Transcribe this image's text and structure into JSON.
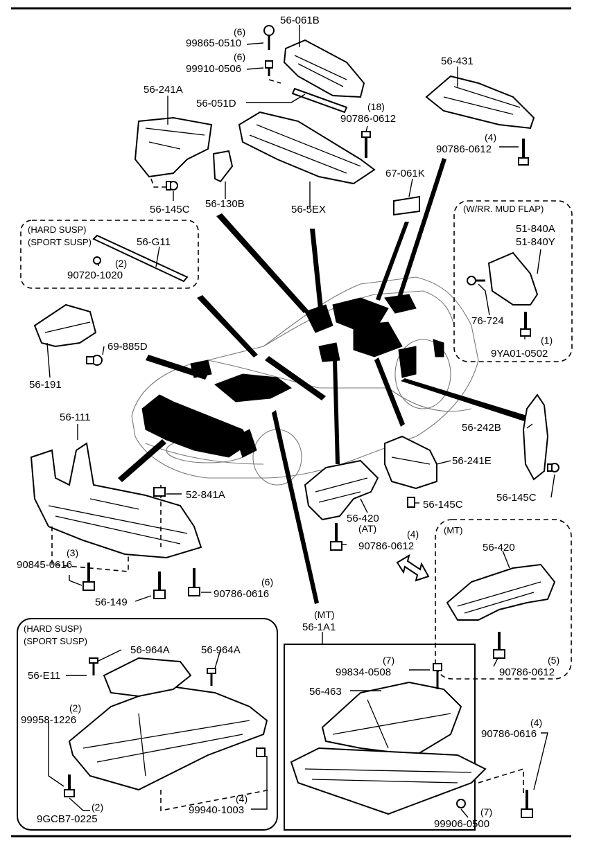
{
  "labels": {
    "p56_061B": "56-061B",
    "p99865_0510": "99865-0510",
    "q99865": "(6)",
    "p99910_0506": "99910-0506",
    "q99910": "(6)",
    "p56_431": "56-431",
    "p56_241A": "56-241A",
    "p56_051D": "56-051D",
    "p90786_0612_a": "90786-0612",
    "q90786_a": "(18)",
    "p90786_0612_b": "90786-0612",
    "q90786_b": "(4)",
    "p67_061K": "67-061K",
    "p56_145C_a": "56-145C",
    "p56_130B": "56-130B",
    "p56_5EX": "56-5EX",
    "p56_G11": "56-G11",
    "p90720_1020": "90720-1020",
    "q90720": "(2)",
    "p51_840A": "51-840A",
    "p51_840Y": "51-840Y",
    "p76_724": "76-724",
    "p9YA01_0502": "9YA01-0502",
    "q9YA01": "(1)",
    "p69_885D": "69-885D",
    "p56_191": "56-191",
    "p56_111": "56-111",
    "p56_242B": "56-242B",
    "p56_241E": "56-241E",
    "p52_841A": "52-841A",
    "p56_145C_b": "56-145C",
    "p56_145C_c": "56-145C",
    "p56_420_at": "56-420",
    "at_note": "(AT)",
    "p90786_0612_c": "90786-0612",
    "q90786_c": "(4)",
    "p90845_0616": "90845-0616",
    "q90845": "(3)",
    "p56_420_mt": "56-420",
    "p56_149": "56-149",
    "p90786_0616_a": "90786-0616",
    "q90786_0616_a": "(6)",
    "mt_note_1a1": "(MT)",
    "p56_1A1": "56-1A1",
    "p90786_0612_d": "90786-0612",
    "q90786_d": "(5)",
    "p56_964A_a": "56-964A",
    "p56_964A_b": "56-964A",
    "p56_E11": "56-E11",
    "p99834_0508": "99834-0508",
    "q99834": "(7)",
    "p56_463": "56-463",
    "p99958_1226": "99958-1226",
    "q99958": "(2)",
    "p90786_0616_b": "90786-0616",
    "q90786_0616_b": "(4)",
    "p99940_1003": "99940-1003",
    "q99940": "(4)",
    "p9GCB7_0225": "9GCB7-0225",
    "q9GCB7": "(2)",
    "p99906_0500": "99906-0500",
    "q99906": "(7)"
  },
  "sections": {
    "hard_susp_1": "(HARD SUSP)",
    "sport_susp_1": "(SPORT SUSP)",
    "mud_flap": "(W/RR. MUD FLAP)",
    "mt_box": "(MT)",
    "hard_susp_2": "(HARD SUSP)",
    "sport_susp_2": "(SPORT SUSP)"
  }
}
